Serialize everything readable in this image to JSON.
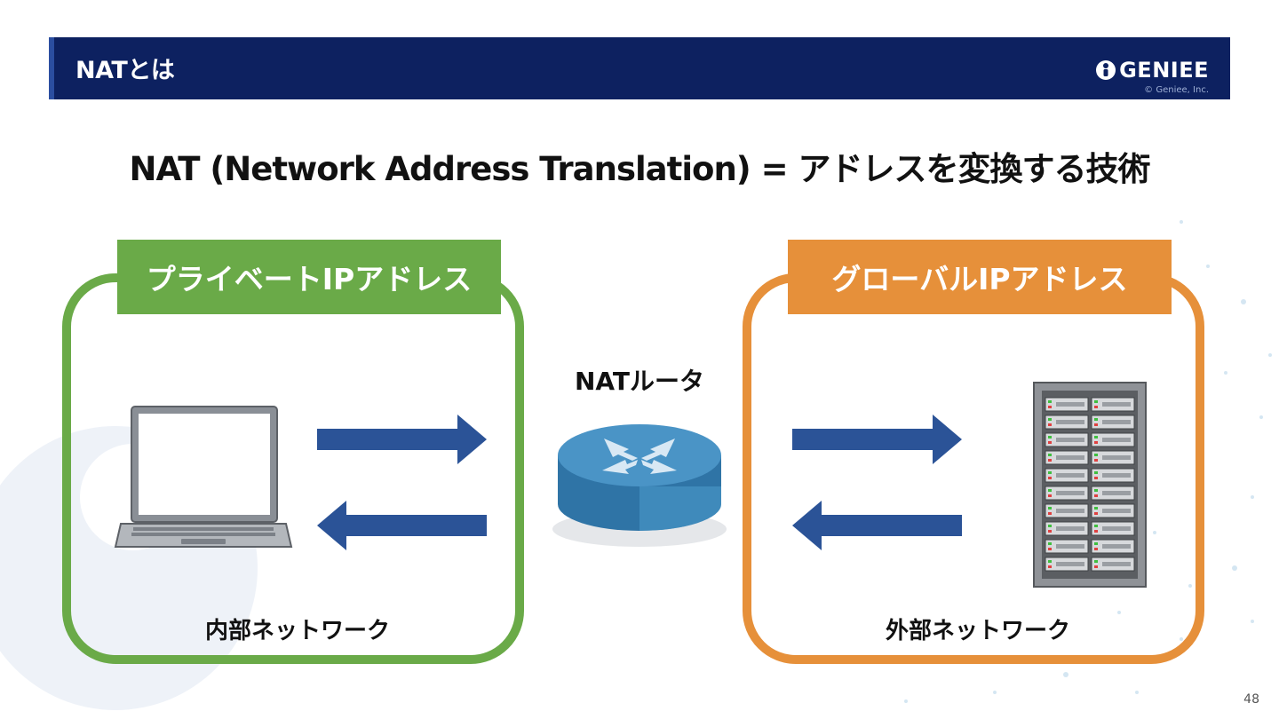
{
  "header": {
    "title": "NATとは",
    "logo_text": "GENIEE",
    "copyright": "© Geniee, Inc."
  },
  "headline": "NAT (Network Address Translation) = アドレスを変換する技術",
  "left_panel": {
    "tag": "プライベートIPアドレス",
    "network_label": "内部ネットワーク",
    "color": "#6aaa48"
  },
  "right_panel": {
    "tag": "グローバルIPアドレス",
    "network_label": "外部ネットワーク",
    "color": "#e6903a"
  },
  "router": {
    "label": "NATルータ"
  },
  "colors": {
    "header_bg": "#0d2160",
    "arrow": "#2b5397"
  },
  "page_number": "48"
}
